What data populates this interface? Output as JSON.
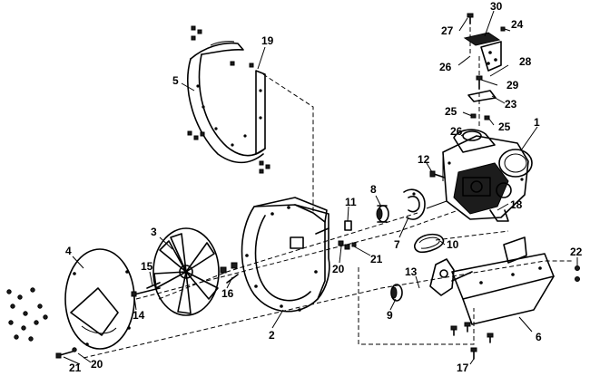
{
  "callouts": [
    {
      "id": "c1",
      "text": "1"
    },
    {
      "id": "c2",
      "text": "2"
    },
    {
      "id": "c3",
      "text": "3"
    },
    {
      "id": "c4",
      "text": "4"
    },
    {
      "id": "c5",
      "text": "5"
    },
    {
      "id": "c6",
      "text": "6"
    },
    {
      "id": "c7",
      "text": "7"
    },
    {
      "id": "c8",
      "text": "8"
    },
    {
      "id": "c9",
      "text": "9"
    },
    {
      "id": "c10",
      "text": "10"
    },
    {
      "id": "c11",
      "text": "11"
    },
    {
      "id": "c12",
      "text": "12"
    },
    {
      "id": "c13",
      "text": "13"
    },
    {
      "id": "c14",
      "text": "14"
    },
    {
      "id": "c15",
      "text": "15"
    },
    {
      "id": "c16",
      "text": "16"
    },
    {
      "id": "c17",
      "text": "17"
    },
    {
      "id": "c18",
      "text": "18"
    },
    {
      "id": "c19",
      "text": "19"
    },
    {
      "id": "c20a",
      "text": "20"
    },
    {
      "id": "c20b",
      "text": "20"
    },
    {
      "id": "c21a",
      "text": "21"
    },
    {
      "id": "c21b",
      "text": "21"
    },
    {
      "id": "c22",
      "text": "22"
    },
    {
      "id": "c23",
      "text": "23"
    },
    {
      "id": "c24",
      "text": "24"
    },
    {
      "id": "c25a",
      "text": "25"
    },
    {
      "id": "c25b",
      "text": "25"
    },
    {
      "id": "c26a",
      "text": "26"
    },
    {
      "id": "c26b",
      "text": "26"
    },
    {
      "id": "c27",
      "text": "27"
    },
    {
      "id": "c28",
      "text": "28"
    },
    {
      "id": "c29",
      "text": "29"
    },
    {
      "id": "c30",
      "text": "30"
    }
  ]
}
